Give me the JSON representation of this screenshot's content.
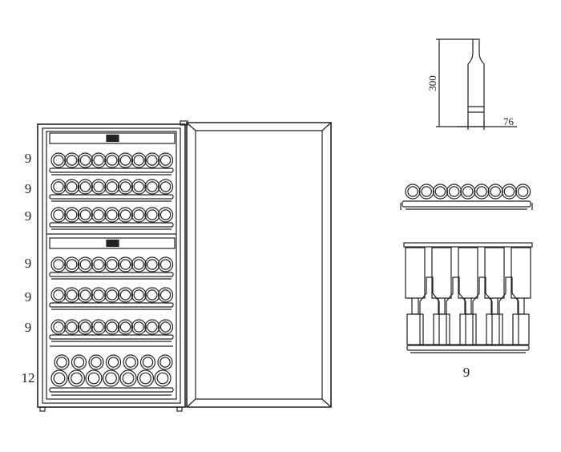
{
  "diagram": {
    "shelf_counts": [
      "9",
      "9",
      "9",
      "9",
      "9",
      "9",
      "12"
    ],
    "bottle_height": "300",
    "bottle_diameter": "76",
    "shelf_detail_count": "9",
    "stroke_color": "#222222",
    "background": "#ffffff"
  }
}
